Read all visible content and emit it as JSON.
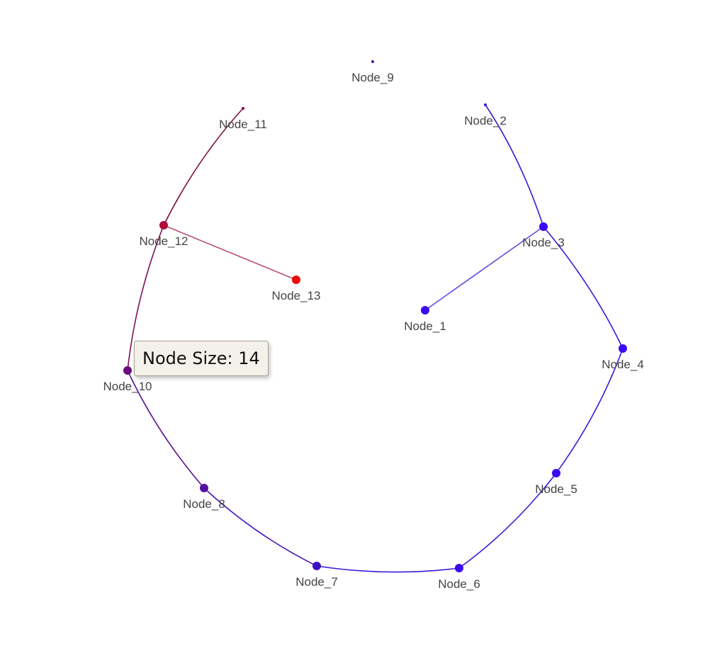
{
  "tooltip": {
    "text": "Node Size: 14"
  },
  "graph": {
    "nodes": [
      {
        "id": "Node_1",
        "label": "Node_1",
        "color": "#3a0af2",
        "size": 12
      },
      {
        "id": "Node_2",
        "label": "Node_2",
        "color": "#3a0af2",
        "size": 4
      },
      {
        "id": "Node_3",
        "label": "Node_3",
        "color": "#3a0af2",
        "size": 12
      },
      {
        "id": "Node_4",
        "label": "Node_4",
        "color": "#3a0af2",
        "size": 12
      },
      {
        "id": "Node_5",
        "label": "Node_5",
        "color": "#3a0af2",
        "size": 12
      },
      {
        "id": "Node_6",
        "label": "Node_6",
        "color": "#3a0af2",
        "size": 12
      },
      {
        "id": "Node_7",
        "label": "Node_7",
        "color": "#4010c8",
        "size": 12
      },
      {
        "id": "Node_8",
        "label": "Node_8",
        "color": "#5510a0",
        "size": 12
      },
      {
        "id": "Node_9",
        "label": "Node_9",
        "color": "#4d10a8",
        "size": 4
      },
      {
        "id": "Node_10",
        "label": "Node_10",
        "color": "#6a0c7a",
        "size": 12
      },
      {
        "id": "Node_11",
        "label": "Node_11",
        "color": "#7a0c5a",
        "size": 4
      },
      {
        "id": "Node_12",
        "label": "Node_12",
        "color": "#b0093a",
        "size": 12
      },
      {
        "id": "Node_13",
        "label": "Node_13",
        "color": "#ee0a0a",
        "size": 12
      }
    ],
    "edges": [
      {
        "source": "Node_2",
        "target": "Node_3",
        "color": "#3a1ad8",
        "opacity": 1.0
      },
      {
        "source": "Node_3",
        "target": "Node_1",
        "color": "#3a1ad8",
        "opacity": 0.8
      },
      {
        "source": "Node_3",
        "target": "Node_4",
        "color": "#3a1ad8",
        "opacity": 1.0
      },
      {
        "source": "Node_4",
        "target": "Node_5",
        "color": "#3a1ad8",
        "opacity": 1.0
      },
      {
        "source": "Node_5",
        "target": "Node_6",
        "color": "#3a1ad8",
        "opacity": 1.0
      },
      {
        "source": "Node_6",
        "target": "Node_7",
        "color": "#3a1ad8",
        "opacity": 1.0
      },
      {
        "source": "Node_7",
        "target": "Node_8",
        "color": "#4a18b8",
        "opacity": 1.0
      },
      {
        "source": "Node_8",
        "target": "Node_10",
        "color": "#5a1090",
        "opacity": 1.0
      },
      {
        "source": "Node_10",
        "target": "Node_12",
        "color": "#80105a",
        "opacity": 1.0
      },
      {
        "source": "Node_12",
        "target": "Node_11",
        "color": "#80103e",
        "opacity": 1.0
      },
      {
        "source": "Node_12",
        "target": "Node_13",
        "color": "#b0405e",
        "opacity": 0.9
      }
    ]
  }
}
